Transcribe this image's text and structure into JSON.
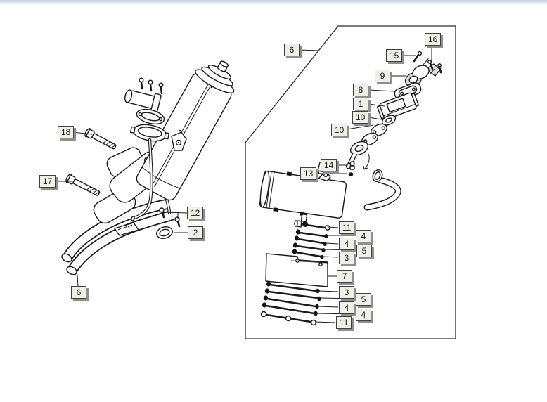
{
  "page": {
    "background": "#ffffff",
    "top_bar_color": "#c3cfd9",
    "line_color": "#1a1a1a"
  },
  "callout_style": {
    "fill": "#f0efe8",
    "border": "#3f3f3f",
    "shadow": "#8f8f8f",
    "text_color": "#1a1a1a"
  },
  "diagram": {
    "kind": "exploded-parts-diagram",
    "callouts": [
      {
        "label": "18"
      },
      {
        "label": "17"
      },
      {
        "label": "12"
      },
      {
        "label": "2"
      },
      {
        "label": "6"
      },
      {
        "label": "6"
      },
      {
        "label": "16"
      },
      {
        "label": "15"
      },
      {
        "label": "9"
      },
      {
        "label": "8"
      },
      {
        "label": "1"
      },
      {
        "label": "10"
      },
      {
        "label": "10"
      },
      {
        "label": "14"
      },
      {
        "label": "13"
      },
      {
        "label": "11"
      },
      {
        "label": "4"
      },
      {
        "label": "4"
      },
      {
        "label": "5"
      },
      {
        "label": "3"
      },
      {
        "label": "7"
      },
      {
        "label": "3"
      },
      {
        "label": "5"
      },
      {
        "label": "4"
      },
      {
        "label": "4"
      },
      {
        "label": "11"
      }
    ]
  }
}
